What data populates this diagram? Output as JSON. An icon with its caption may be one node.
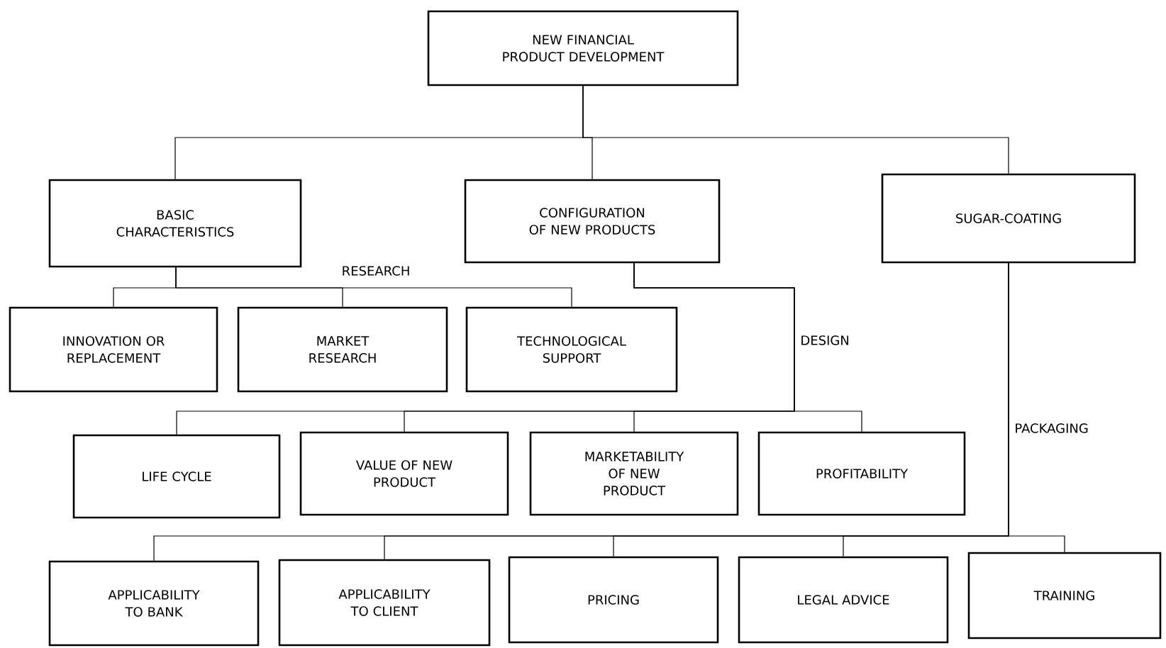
{
  "diagram": {
    "nodes": [
      {
        "text": [
          "NEW FINANCIAL PRODUCT DEVELOPMENT"
        ]
      },
      {
        "text": [
          "BASIC CHARACTERISTICS"
        ]
      },
      {
        "text": [
          "CONFIGURATION OF NEW PRODUCTS"
        ]
      },
      {
        "text": [
          "SUGAR-COATING"
        ]
      },
      {
        "text": [
          "INNOVATION OR REPLACEMENT"
        ]
      },
      {
        "text": [
          "MARKET RESEARCH"
        ]
      },
      {
        "text": [
          "TECHNOLOGICAL SUPPORT"
        ]
      },
      {
        "text": [
          "LIFE CYCLE"
        ]
      },
      {
        "text": [
          "VALUE OF NEW PRODUCT"
        ]
      },
      {
        "text": [
          "MARKETABILITY OF NEW PRODUCT"
        ]
      },
      {
        "text": [
          "PROFITABILITY"
        ]
      },
      {
        "text": [
          "APPLICABILITY TO BANK"
        ]
      },
      {
        "text": [
          "APPLICABILITY TO CLIENT"
        ]
      },
      {
        "text": [
          "PRICING"
        ]
      },
      {
        "text": [
          "LEGAL ADVICE"
        ]
      },
      {
        "text": [
          "TRAINING"
        ]
      }
    ],
    "edges": [
      {
        "from": 0,
        "to": 1,
        "arrow": "none"
      },
      {
        "from": 0,
        "to": 2,
        "arrow": "none"
      },
      {
        "from": 0,
        "to": 3,
        "arrow": "none"
      },
      {
        "from": 1,
        "to": 4,
        "arrow": "none"
      },
      {
        "from": 1,
        "to": 5,
        "arrow": "none",
        "label": "RESEARCH"
      },
      {
        "from": 1,
        "to": 6,
        "arrow": "none"
      },
      {
        "from": 2,
        "to": 7,
        "arrow": "none"
      },
      {
        "from": 2,
        "to": 8,
        "arrow": "none"
      },
      {
        "from": 2,
        "to": 9,
        "arrow": "none"
      },
      {
        "from": 2,
        "to": 10,
        "arrow": "none",
        "label": "DESIGN"
      },
      {
        "from": 3,
        "to": 11,
        "arrow": "none"
      },
      {
        "from": 3,
        "to": 12,
        "arrow": "none"
      },
      {
        "from": 3,
        "to": 13,
        "arrow": "none"
      },
      {
        "from": 3,
        "to": 14,
        "arrow": "none",
        "label": "PACKAGING"
      },
      {
        "from": 3,
        "to": 15,
        "arrow": "none"
      }
    ]
  }
}
